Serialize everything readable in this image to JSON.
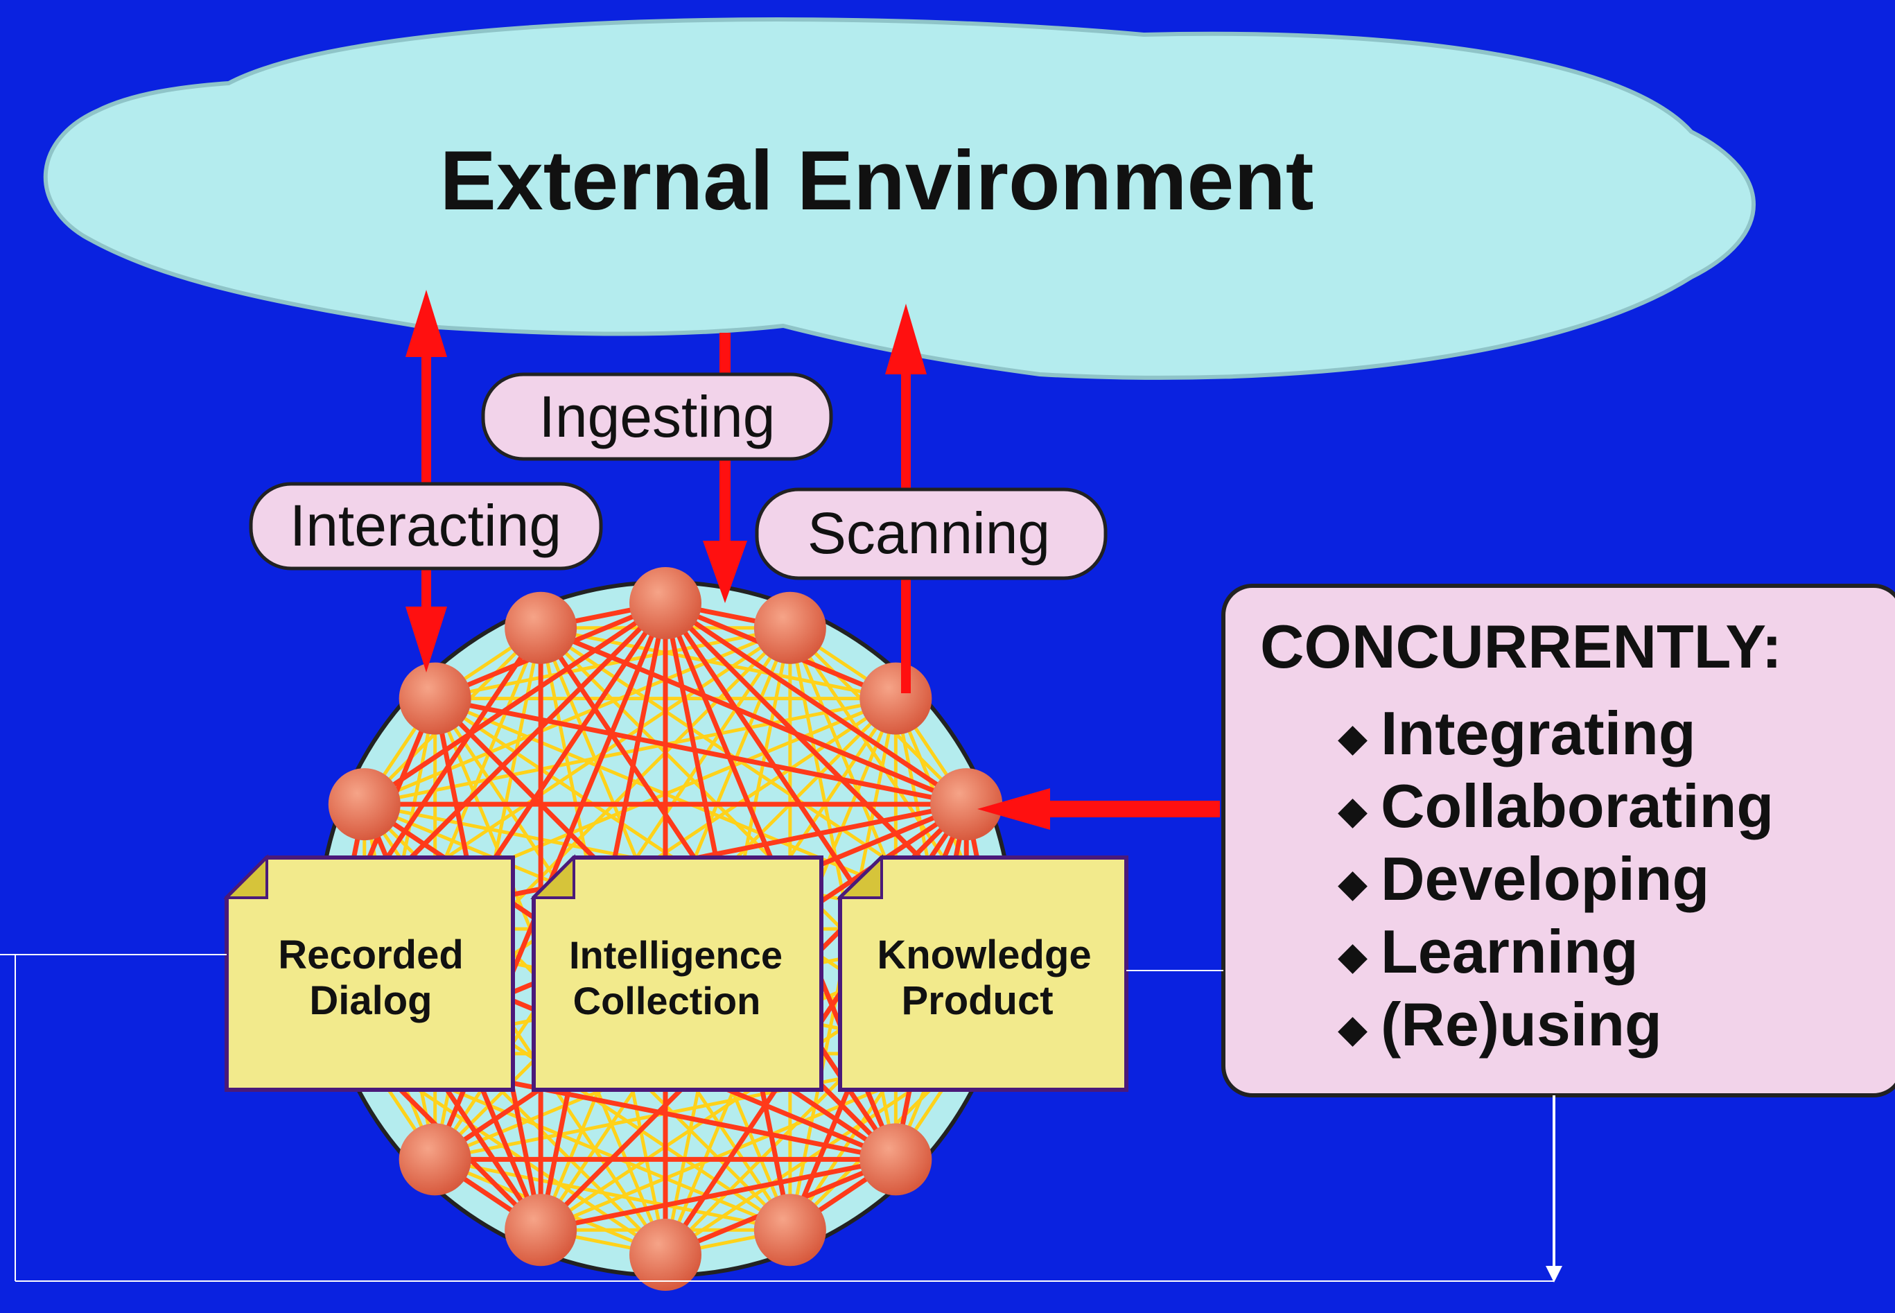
{
  "title": "External Environment",
  "flows": {
    "interacting": "Interacting",
    "ingesting": "Ingesting",
    "scanning": "Scanning"
  },
  "documents": [
    {
      "line1": "Recorded",
      "line2": "Dialog"
    },
    {
      "line1": "Intelligence",
      "line2": "Collection"
    },
    {
      "line1": "Knowledge",
      "line2": "Product"
    }
  ],
  "concurrently": {
    "heading": "CONCURRENTLY:",
    "items": [
      "Integrating",
      "Collaborating",
      "Developing",
      "Learning",
      "(Re)using"
    ]
  },
  "colors": {
    "background": "#0a22e0",
    "cloud": "#b4ecee",
    "label_fill": "#f2d3ea",
    "arrow": "#ff1010",
    "node": "#e8745a",
    "document": "#f2ea8c",
    "mesh_red": "#ff3a1a",
    "mesh_yellow": "#ffd21a"
  }
}
